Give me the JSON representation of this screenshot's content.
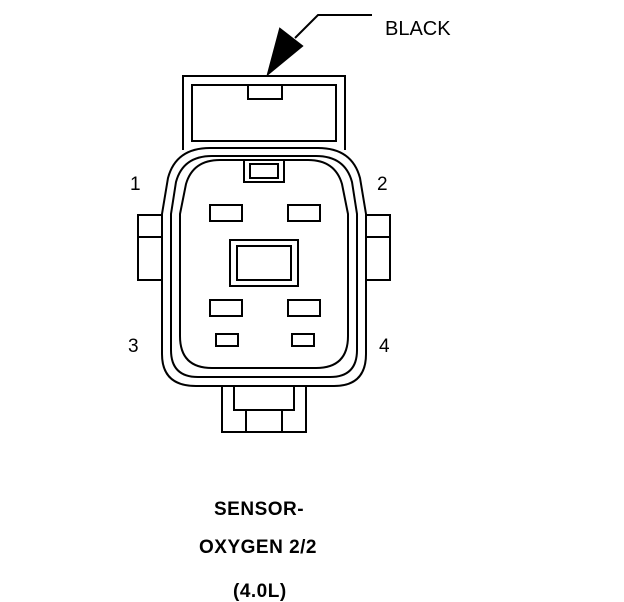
{
  "callout": {
    "label": "BLACK"
  },
  "pins": {
    "p1": "1",
    "p2": "2",
    "p3": "3",
    "p4": "4"
  },
  "caption": {
    "line1": "SENSOR-",
    "line2": "OXYGEN 2/2",
    "line3": "(4.0L)"
  },
  "colors": {
    "ink": "#000000",
    "background": "#ffffff"
  }
}
